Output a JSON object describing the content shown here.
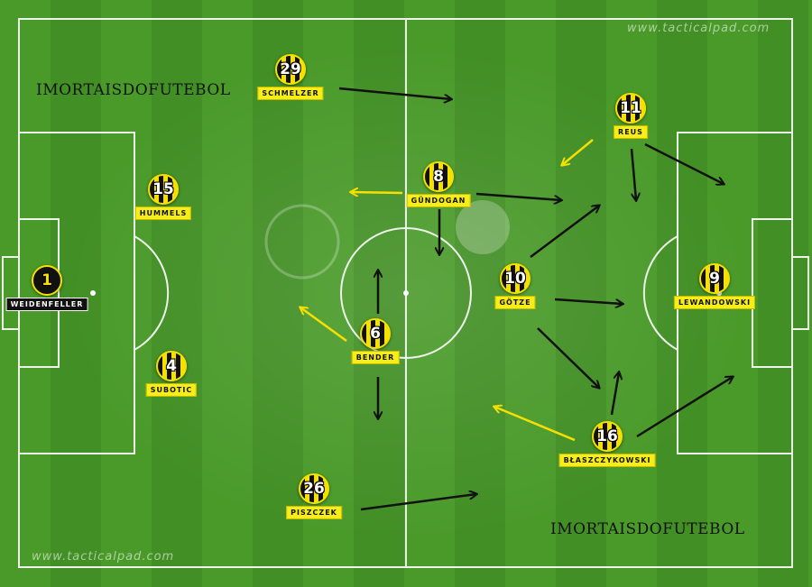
{
  "watermarks": {
    "top_right": "www.tacticalpad.com",
    "bottom_left": "www.tacticalpad.com"
  },
  "brand": {
    "top_left": "IMORTAISDOFUTEBOL",
    "bottom_right": "IMORTAISDOFUTEBOL"
  },
  "colors": {
    "grass_light": "#4a9a2a",
    "grass_dark": "#428f25",
    "line": "#ffffff",
    "kit_yellow": "#f5e000",
    "kit_black": "#111111",
    "run_arrow": "#111111",
    "pass_arrow": "#f5e000"
  },
  "players": [
    {
      "number": "1",
      "name": "WEIDENFELLER"
    },
    {
      "number": "15",
      "name": "HUMMELS"
    },
    {
      "number": "4",
      "name": "SUBOTIC"
    },
    {
      "number": "29",
      "name": "SCHMELZER"
    },
    {
      "number": "26",
      "name": "PISZCZEK"
    },
    {
      "number": "6",
      "name": "BENDER"
    },
    {
      "number": "8",
      "name": "GÜNDOGAN"
    },
    {
      "number": "10",
      "name": "GÖTZE"
    },
    {
      "number": "11",
      "name": "REUS"
    },
    {
      "number": "16",
      "name": "BŁASZCZYKOWSKI"
    },
    {
      "number": "9",
      "name": "LEWANDOWSKI"
    }
  ]
}
